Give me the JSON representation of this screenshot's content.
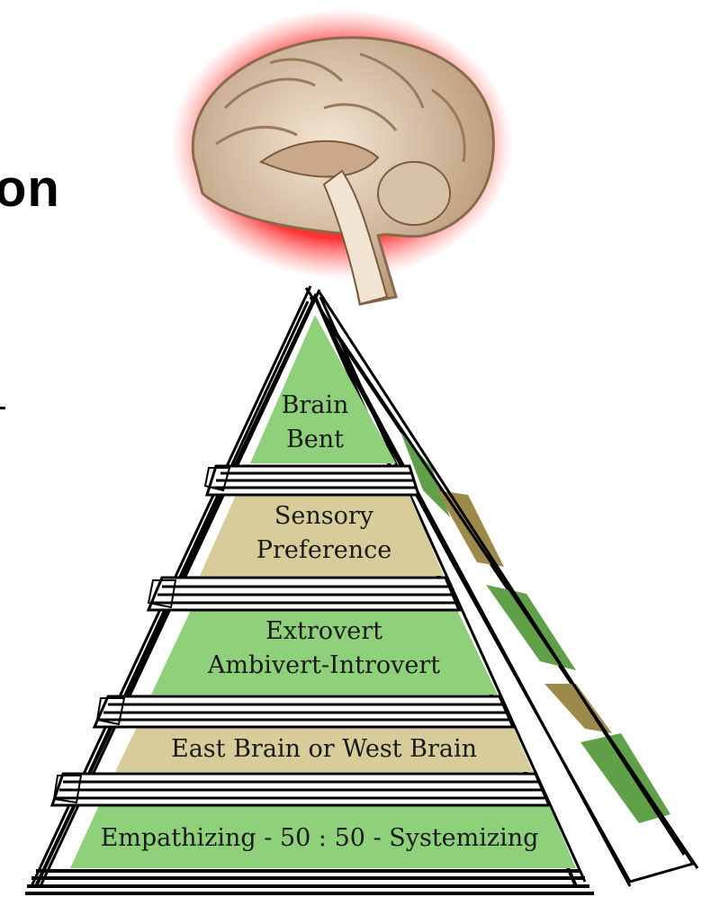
{
  "slide": {
    "title_fragment": "on"
  },
  "pyramid": {
    "layers": [
      {
        "line1": "Brain",
        "line2": "Bent",
        "color": "#8fd07a"
      },
      {
        "line1": "Sensory",
        "line2": "Preference",
        "color": "#d8cc9a"
      },
      {
        "line1": "Extrovert",
        "line2": "Ambivert-Introvert",
        "color": "#8fd07a"
      },
      {
        "line1": "East Brain or West Brain",
        "line2": "",
        "color": "#d8cc9a"
      },
      {
        "line1": "Empathizing - 50 : 50 - Systemizing",
        "line2": "",
        "color": "#8fd07a"
      }
    ]
  },
  "icons": {
    "brain": "brain-sagittal-icon"
  },
  "colors": {
    "glow": "#ff2a2a",
    "brain": "#e8d4bc",
    "band": "#ffffff"
  }
}
